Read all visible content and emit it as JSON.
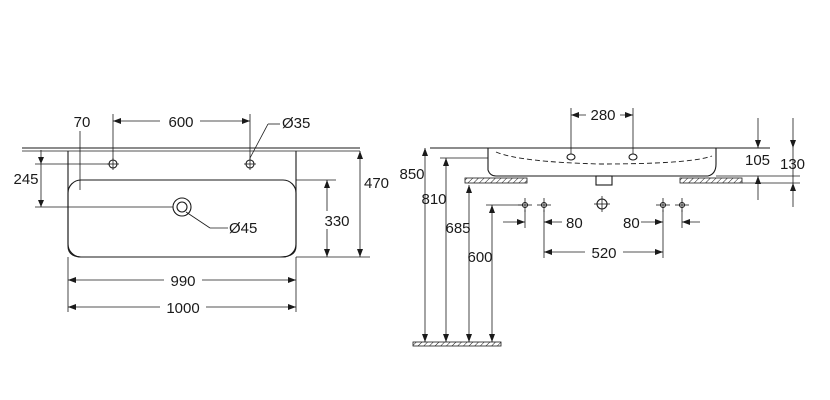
{
  "top_view": {
    "dim_edge_to_tap": "70",
    "dim_tap_spacing": "600",
    "dim_tap_hole": "Ø35",
    "dim_front_to_tap": "245",
    "dim_basin_depth": "330",
    "dim_total_depth": "470",
    "dim_drain": "Ø45",
    "dim_bowl_width": "990",
    "dim_total_width": "1000"
  },
  "side_view": {
    "dim_tap_spacing": "280",
    "dim_height_850": "850",
    "dim_height_810": "810",
    "dim_height_685": "685",
    "dim_height_600": "600",
    "dim_rim_105": "105",
    "dim_rim_130": "130",
    "dim_connection_80_left": "80",
    "dim_connection_80_right": "80",
    "dim_connection_spacing": "520"
  },
  "colors": {
    "line": "#1a1a1a",
    "background": "#ffffff"
  }
}
